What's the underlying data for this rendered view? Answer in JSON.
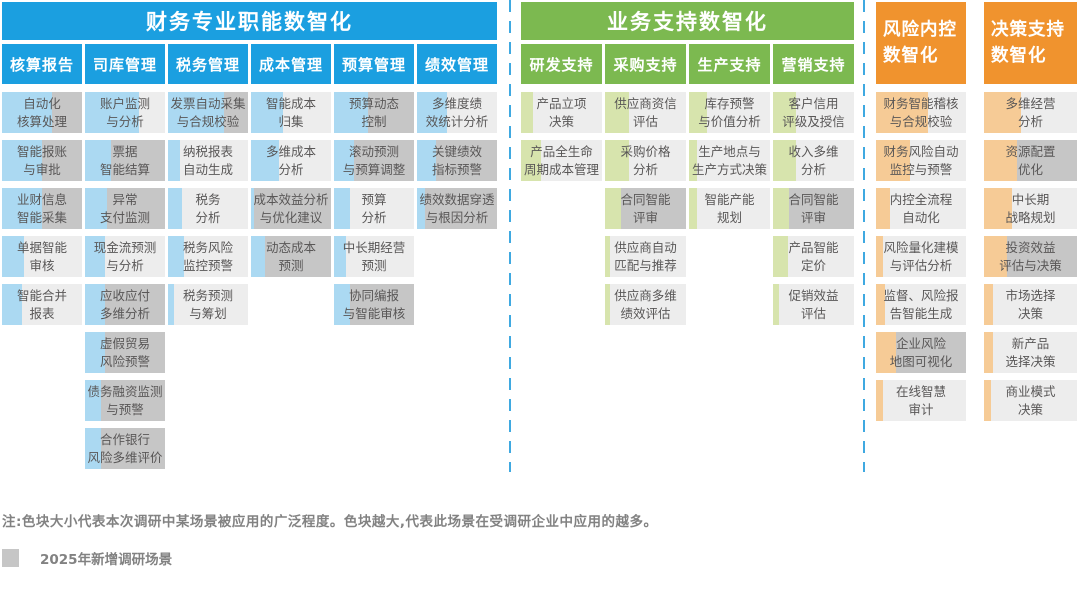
{
  "note": "注:色块大小代表本次调研中某场景被应用的广泛程度。色块越大,代表此场景在受调研企业中应用的越多。",
  "legend": {
    "new_scenario_label": "2025年新增调研场景",
    "new_scenario_color": "#C6C6C6"
  },
  "colors": {
    "cell_bg": "#EDEDED",
    "cell_bg_new": "#C6C6C6",
    "divider": "#3FA9E1",
    "finance_accent": "#1B9FE0",
    "finance_strip": "#ABD9F2",
    "business_accent": "#7CB950",
    "business_strip": "#D7E4AD",
    "risk_accent": "#F0932E",
    "risk_strip": "#F6CB96"
  },
  "sections": [
    {
      "id": "finance",
      "title": "财务专业职能数智化",
      "accent": "#1B9FE0",
      "strip": "#ABD9F2",
      "columns": [
        {
          "header": "核算报告",
          "cells": [
            {
              "label": "自动化\n核算处理",
              "size": 0.62,
              "new": true
            },
            {
              "label": "智能报账\n与审批",
              "size": 0.5,
              "new": true
            },
            {
              "label": "业财信息\n智能采集",
              "size": 0.5,
              "new": true
            },
            {
              "label": "单据智能\n审核",
              "size": 0.28,
              "new": false
            },
            {
              "label": "智能合并\n报表",
              "size": 0.25,
              "new": false
            }
          ]
        },
        {
          "header": "司库管理",
          "cells": [
            {
              "label": "账户监测\n与分析",
              "size": 0.68,
              "new": false
            },
            {
              "label": "票据\n智能结算",
              "size": 0.32,
              "new": true
            },
            {
              "label": "异常\n支付监测",
              "size": 0.28,
              "new": true
            },
            {
              "label": "现金流预测\n与分析",
              "size": 0.25,
              "new": false
            },
            {
              "label": "应收应付\n多维分析",
              "size": 0.25,
              "new": true
            },
            {
              "label": "虚假贸易\n风险预警",
              "size": 0.25,
              "new": true
            },
            {
              "label": "债务融资监测\n与预警",
              "size": 0.2,
              "new": true
            },
            {
              "label": "合作银行\n风险多维评价",
              "size": 0.2,
              "new": true
            }
          ]
        },
        {
          "header": "税务管理",
          "cells": [
            {
              "label": "发票自动采集\n与合规校验",
              "size": 0.7,
              "new": true
            },
            {
              "label": "纳税报表\n自动生成",
              "size": 0.15,
              "new": false
            },
            {
              "label": "税务\n分析",
              "size": 0.17,
              "new": false
            },
            {
              "label": "税务风险\n监控预警",
              "size": 0.2,
              "new": false
            },
            {
              "label": "税务预测\n与筹划",
              "size": 0.08,
              "new": false
            }
          ]
        },
        {
          "header": "成本管理",
          "cells": [
            {
              "label": "智能成本\n归集",
              "size": 0.4,
              "new": false
            },
            {
              "label": "多维成本\n分析",
              "size": 0.35,
              "new": false
            },
            {
              "label": "成本效益分析\n与优化建议",
              "size": 0.04,
              "new": true
            },
            {
              "label": "动态成本\n预测",
              "size": 0.18,
              "new": true
            }
          ]
        },
        {
          "header": "预算管理",
          "cells": [
            {
              "label": "预算动态\n控制",
              "size": 0.42,
              "new": true
            },
            {
              "label": "滚动预测\n与预算调整",
              "size": 0.25,
              "new": true
            },
            {
              "label": "预算\n分析",
              "size": 0.2,
              "new": false
            },
            {
              "label": "中长期经营\n预测",
              "size": 0.15,
              "new": false
            },
            {
              "label": "协同编报\n与智能审核",
              "size": 0.2,
              "new": true
            }
          ]
        },
        {
          "header": "绩效管理",
          "cells": [
            {
              "label": "多维度绩\n效统计分析",
              "size": 0.38,
              "new": false
            },
            {
              "label": "关键绩效\n指标预警",
              "size": 0.24,
              "new": true
            },
            {
              "label": "绩效数据穿透\n与根因分析",
              "size": 0.1,
              "new": true
            }
          ]
        }
      ]
    },
    {
      "id": "business",
      "title": "业务支持数智化",
      "accent": "#7CB950",
      "strip": "#D7E4AD",
      "columns": [
        {
          "header": "研发支持",
          "cells": [
            {
              "label": "产品立项\n决策",
              "size": 0.15,
              "new": false
            },
            {
              "label": "产品全生命\n周期成本管理",
              "size": 0.25,
              "new": false
            }
          ]
        },
        {
          "header": "采购支持",
          "cells": [
            {
              "label": "供应商资信\n评估",
              "size": 0.3,
              "new": false
            },
            {
              "label": "采购价格\n分析",
              "size": 0.3,
              "new": false
            },
            {
              "label": "合同智能\n评审",
              "size": 0.2,
              "new": true
            },
            {
              "label": "供应商自动\n匹配与推荐",
              "size": 0.06,
              "new": false
            },
            {
              "label": "供应商多维\n绩效评估",
              "size": 0.06,
              "new": false
            }
          ]
        },
        {
          "header": "生产支持",
          "cells": [
            {
              "label": "库存预警\n与价值分析",
              "size": 0.22,
              "new": false
            },
            {
              "label": "生产地点与\n生产方式决策",
              "size": 0.1,
              "new": false
            },
            {
              "label": "智能产能\n规划",
              "size": 0.1,
              "new": false
            }
          ]
        },
        {
          "header": "营销支持",
          "cells": [
            {
              "label": "客户信用\n评级及授信",
              "size": 0.28,
              "new": false
            },
            {
              "label": "收入多维\n分析",
              "size": 0.28,
              "new": false
            },
            {
              "label": "合同智能\n评审",
              "size": 0.2,
              "new": true
            },
            {
              "label": "产品智能\n定价",
              "size": 0.18,
              "new": false
            },
            {
              "label": "促销效益\n评估",
              "size": 0.08,
              "new": false
            }
          ]
        }
      ]
    },
    {
      "id": "risk",
      "title": "风险内控\n数智化",
      "accent": "#F0932E",
      "strip": "#F6CB96",
      "columns": [
        {
          "header": null,
          "cells": [
            {
              "label": "财务智能稽核\n与合规校验",
              "size": 0.58,
              "new": false
            },
            {
              "label": "财务风险自动\n监控与预警",
              "size": 0.38,
              "new": false
            },
            {
              "label": "内控全流程\n自动化",
              "size": 0.15,
              "new": false
            },
            {
              "label": "风险量化建模\n与评估分析",
              "size": 0.08,
              "new": false
            },
            {
              "label": "监督、风险报\n告智能生成",
              "size": 0.1,
              "new": false
            },
            {
              "label": "企业风险\n地图可视化",
              "size": 0.22,
              "new": true
            },
            {
              "label": "在线智慧\n审计",
              "size": 0.08,
              "new": false
            }
          ]
        }
      ]
    },
    {
      "id": "decision",
      "title": "决策支持\n数智化",
      "accent": "#F0932E",
      "strip": "#F6CB96",
      "columns": [
        {
          "header": null,
          "cells": [
            {
              "label": "多维经营\n分析",
              "size": 0.4,
              "new": false
            },
            {
              "label": "资源配置\n优化",
              "size": 0.35,
              "new": true
            },
            {
              "label": "中长期\n战略规划",
              "size": 0.3,
              "new": false
            },
            {
              "label": "投资效益\n评估与决策",
              "size": 0.25,
              "new": true
            },
            {
              "label": "市场选择\n决策",
              "size": 0.1,
              "new": false
            },
            {
              "label": "新产品\n选择决策",
              "size": 0.1,
              "new": false
            },
            {
              "label": "商业模式\n决策",
              "size": 0.08,
              "new": false
            }
          ]
        }
      ]
    }
  ]
}
